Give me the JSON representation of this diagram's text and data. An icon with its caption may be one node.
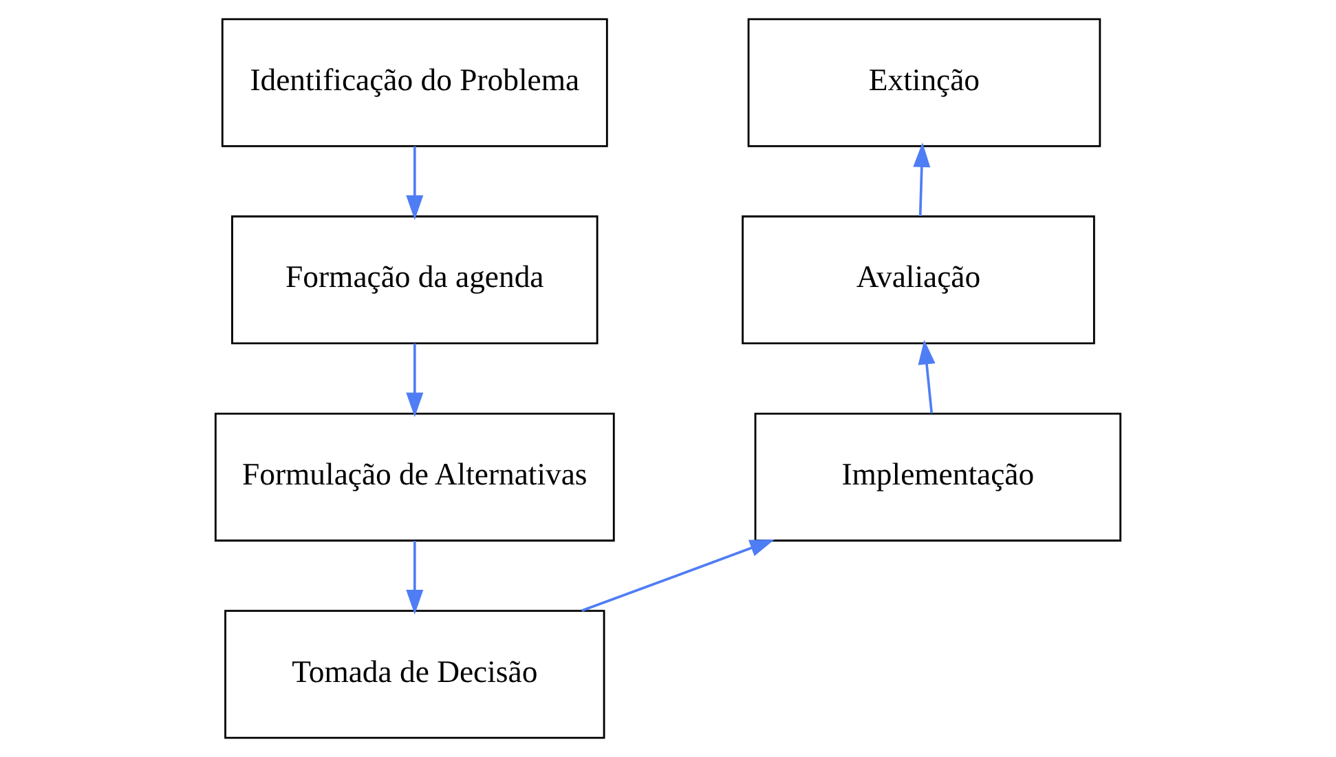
{
  "diagram": {
    "nodes": [
      {
        "text": [
          "Identificação do Problema"
        ]
      },
      {
        "text": [
          "Formação da agenda"
        ]
      },
      {
        "text": [
          "Formulação de Alternativas"
        ]
      },
      {
        "text": [
          "Tomada de Decisão"
        ]
      },
      {
        "text": [
          "Implementação"
        ]
      },
      {
        "text": [
          "Avaliação"
        ]
      },
      {
        "text": [
          "Extinção"
        ]
      }
    ],
    "edges": [
      {
        "from": 0,
        "to": 1,
        "arrow": "to"
      },
      {
        "from": 1,
        "to": 2,
        "arrow": "to"
      },
      {
        "from": 2,
        "to": 3,
        "arrow": "to"
      },
      {
        "from": 3,
        "to": 4,
        "arrow": "to"
      },
      {
        "from": 4,
        "to": 5,
        "arrow": "to"
      },
      {
        "from": 5,
        "to": 6,
        "arrow": "to"
      }
    ]
  }
}
